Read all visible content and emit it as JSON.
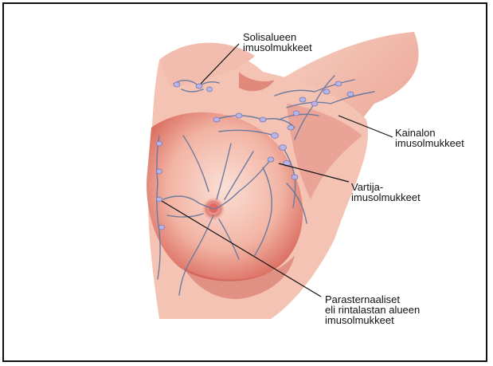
{
  "labels": {
    "supraclavicular": "Solisalueen\nimusolmukkeet",
    "axillary": "Kainalon\nimusolmukkeet",
    "sentinel": "Vartija-\nimusolmukkeet",
    "parasternal": "Parasternaaliset\neli rintalastan alueen\nimusolmukkeet"
  },
  "colors": {
    "skin_light": "#f6d0c4",
    "skin_mid": "#e8998a",
    "skin_dark": "#c9524a",
    "vessel": "#6c7a9e",
    "node": "#b7b4e6",
    "border": "#111111"
  }
}
